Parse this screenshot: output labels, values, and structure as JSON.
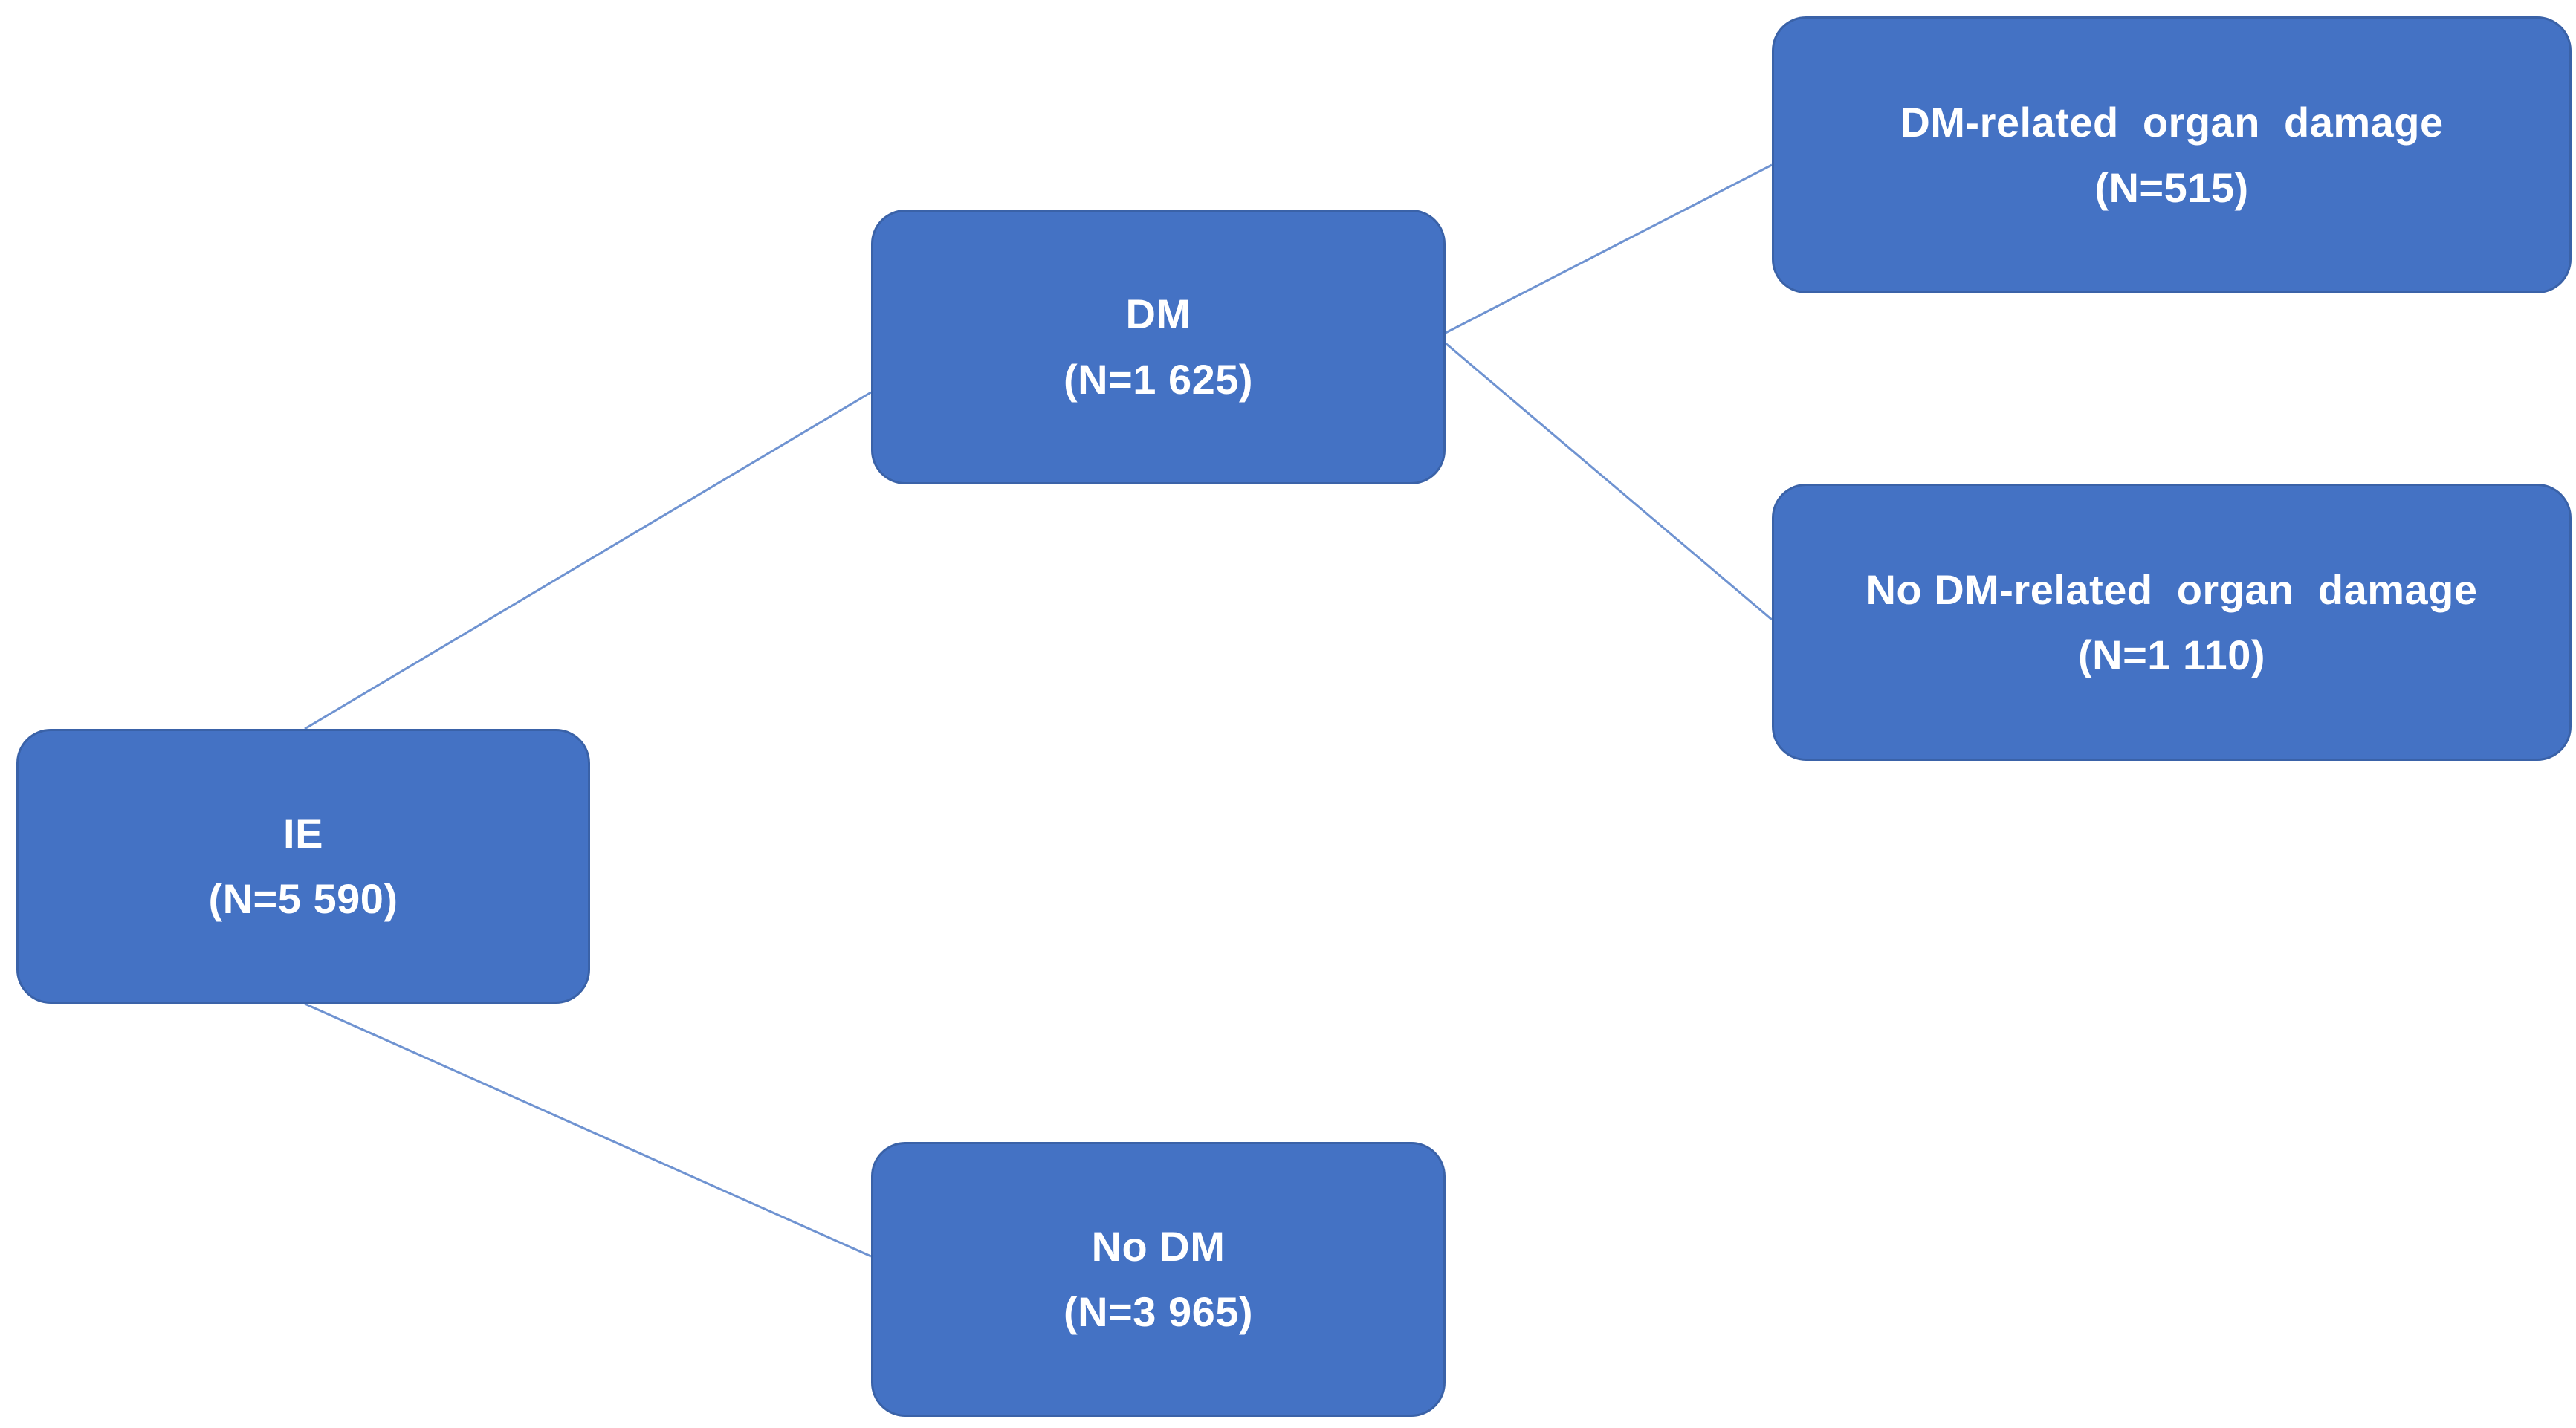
{
  "nodes": {
    "ie": {
      "label": "IE",
      "count": "(N=5 590)"
    },
    "dm": {
      "label": "DM",
      "count": "(N=1 625)"
    },
    "no_dm": {
      "label": "No DM",
      "count": "(N=3 965)"
    },
    "organ_damage": {
      "label": "DM-related  organ  damage",
      "count": "(N=515)"
    },
    "no_organ_damage": {
      "label": "No DM-related  organ  damage",
      "count": "(N=1 110)"
    }
  },
  "edges": [
    {
      "from": "ie",
      "to": "dm"
    },
    {
      "from": "ie",
      "to": "no_dm"
    },
    {
      "from": "dm",
      "to": "organ_damage"
    },
    {
      "from": "dm",
      "to": "no_organ_damage"
    }
  ],
  "colors": {
    "node_fill": "#4472c4",
    "node_border": "#3a62a8",
    "connector": "#6f93d1",
    "text": "#ffffff"
  }
}
